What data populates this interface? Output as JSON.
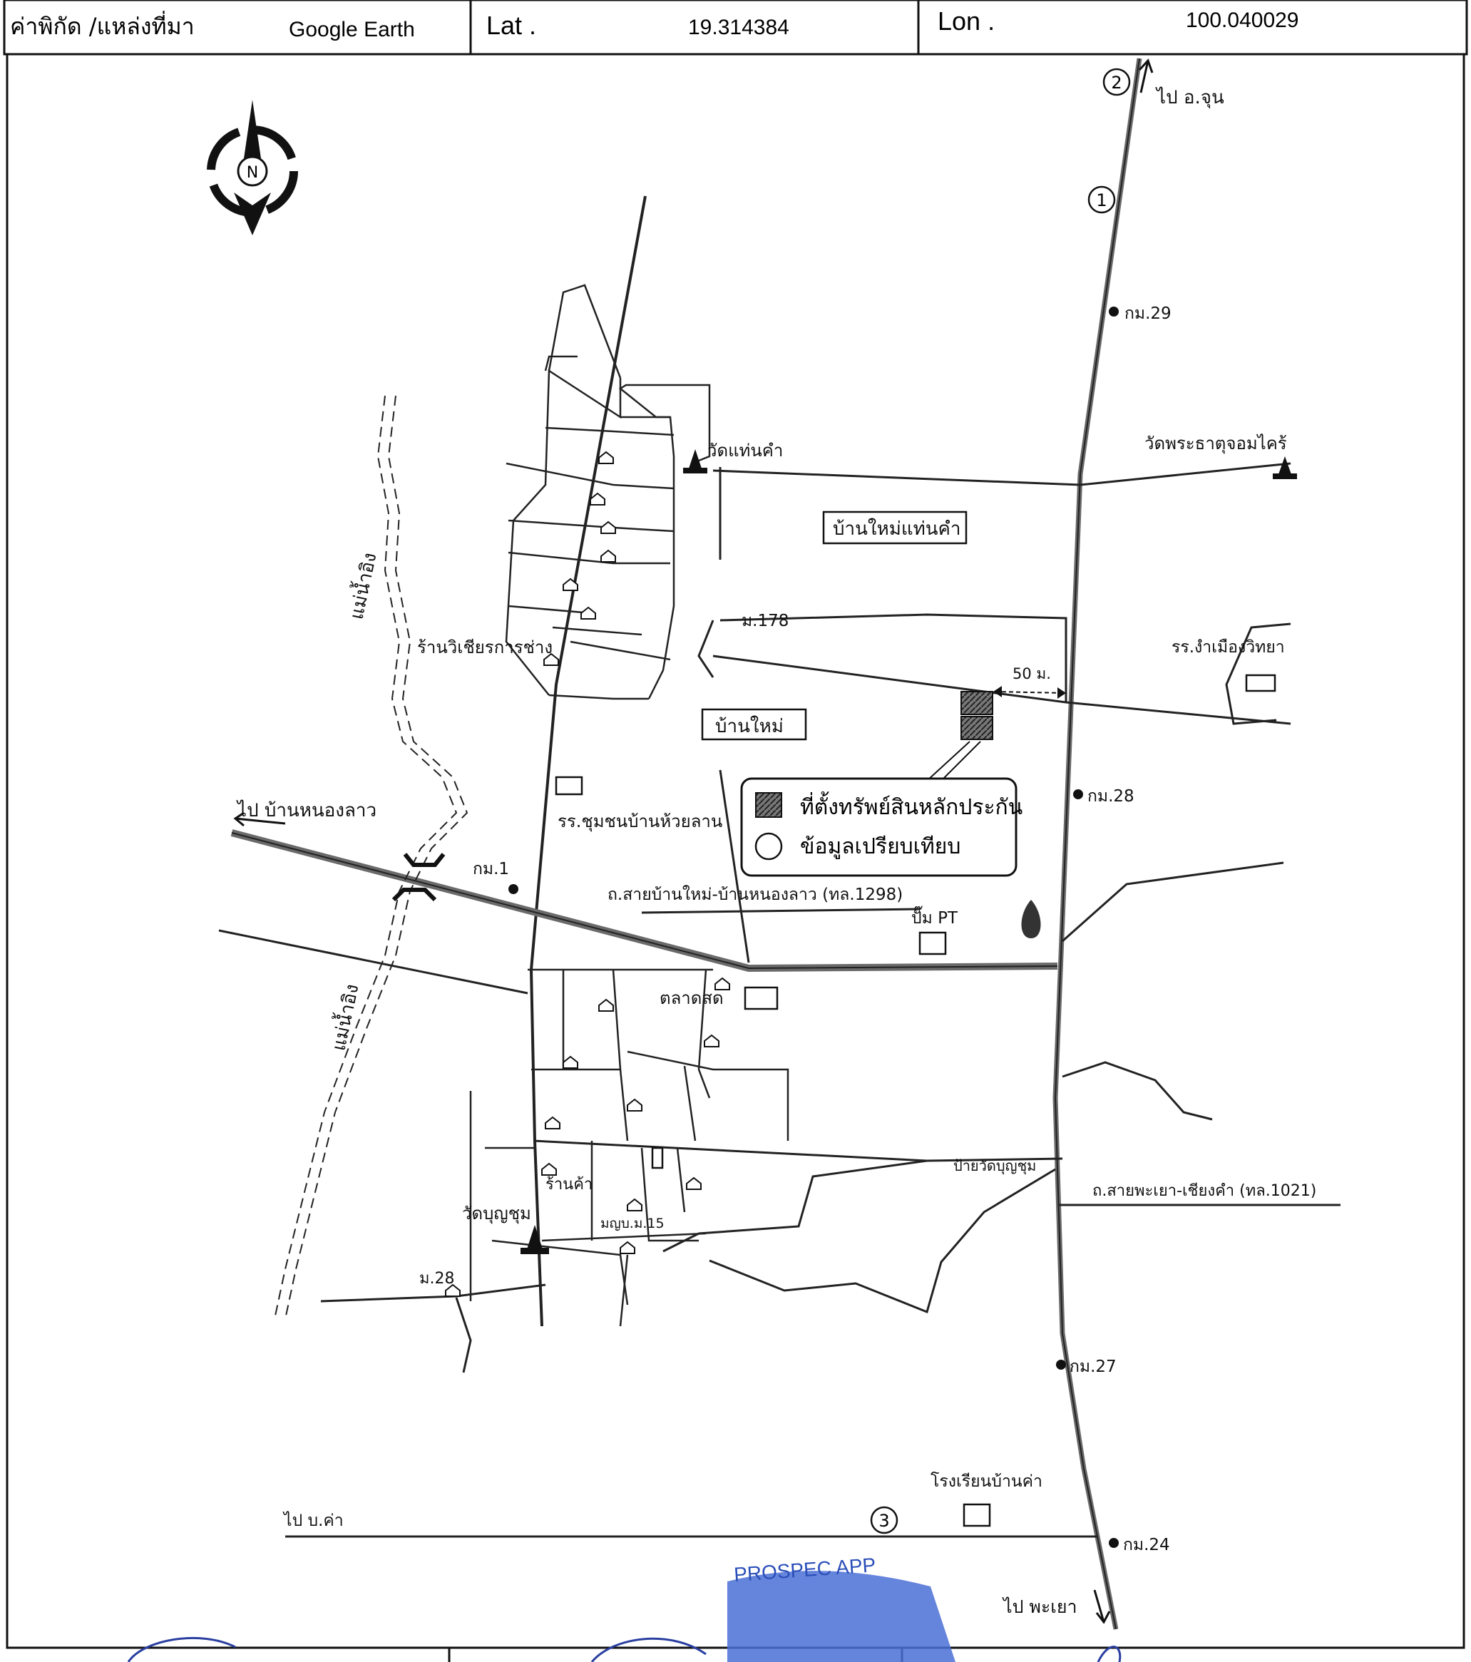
{
  "header": {
    "coord_label": "ค่าพิกัด /แหล่งที่มา",
    "source": "Google Earth",
    "lat_label": "Lat .",
    "lat_value": "19.314384",
    "lon_label": "Lon .",
    "lon_value": "100.040029"
  },
  "compass": {
    "letter": "N"
  },
  "map_labels": {
    "to_chun": "ไป อ.จุน",
    "to_nong_lao": "ไป บ้านหนองลาว",
    "to_ban_kha": "ไป บ.ค่า",
    "to_phayao": "ไป พะเยา",
    "km29": "กม.29",
    "km28": "กม.28",
    "km27": "กม.27",
    "km24": "กม.24",
    "km1": "กม.1",
    "wat_thaen_kham": "วัดแท่นคำ",
    "wat_phrathat": "วัดพระธาตุจอมไคร้",
    "ban_mai_thaen_kham": "บ้านใหม่แท่นคำ",
    "ban_mai": "บ้านใหม่",
    "moo178": "ม.178",
    "dist_50m": "50 ม.",
    "school_ngam": "รร.งำเมืองวิทยา",
    "shop_wichian": "ร้านวิเชียรการช่าง",
    "river_1": "แม่น้ำอิง",
    "river_2": "แม่น้ำอิง",
    "school_huai_lan": "รร.ชุมชนบ้านห้วยลาน",
    "road_1298": "ถ.สายบ้านใหม่-บ้านหนองลาว (ทล.1298)",
    "pump_pt": "ปั๊ม PT",
    "market": "ตลาดสด",
    "sign_wat_boon": "ป้ายวัดบุญชุม",
    "road_1021": "ถ.สายพะเยา-เชียงคำ (ทล.1021)",
    "shop_kha": "ร้านค้า",
    "wat_boon": "วัดบุญชุม",
    "health_15": "มญบ.ม.15",
    "moo28": "ม.28",
    "school_ban_kha": "โรงเรียนบ้านค่า",
    "num1": "1",
    "num2": "2",
    "num3": "3"
  },
  "legend": {
    "property": "ที่ตั้งทรัพย์สินหลักประกัน",
    "comparison": "ข้อมูลเปรียบเทียบ"
  },
  "stamp": {
    "text": "PROSPEC APP"
  }
}
